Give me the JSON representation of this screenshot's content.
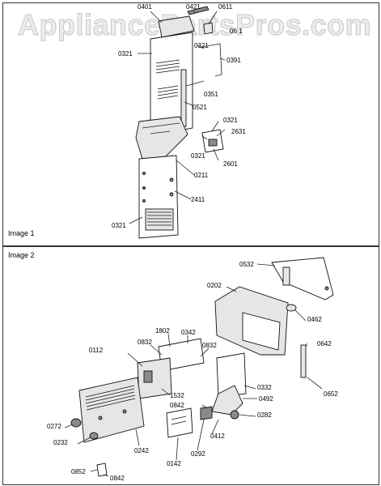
{
  "watermark": "AppliancePartsPros.com",
  "panels": [
    {
      "title": "Image 1"
    },
    {
      "title": "Image 2"
    }
  ],
  "callouts": {
    "c0401": "0401",
    "c0421": "0421",
    "c0611": "0611",
    "c0611b": "06 1",
    "c0321a": "0321",
    "c0321b": "0321",
    "c0391": "0391",
    "c0351": "0351",
    "c0521": "0521",
    "c0321c": "0321",
    "c2631": "2631",
    "c0321d": "0321",
    "c2601": "2601",
    "c0211": "0211",
    "c2411": "2411",
    "c0321e": "0321",
    "c0532": "0532",
    "c0202": "0202",
    "c0462": "0462",
    "c1802": "1802",
    "c0342": "0342",
    "c0832a": "0832",
    "c0112": "0112",
    "c0832b": "0832",
    "c0642": "0642",
    "c1532": "1532",
    "c0332": "0332",
    "c0492": "0492",
    "c0652": "0652",
    "c0842a": "0842",
    "c0282": "0282",
    "c0272": "0272",
    "c0412": "0412",
    "c0232": "0232",
    "c0242": "0242",
    "c0142": "0142",
    "c0292": "0292",
    "c0852": "0852",
    "c0842b": "0842"
  }
}
